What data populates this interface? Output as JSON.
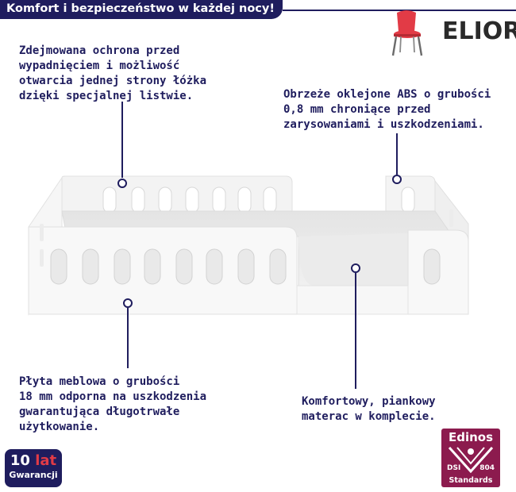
{
  "header": {
    "title": "Komfort i bezpieczeństwo w każdej nocy!"
  },
  "brand": {
    "name": "ELIOR"
  },
  "callouts": {
    "guard": "Zdejmowana ochrona przed\nwypadnięciem i możliwość\notwarcia jednej strony łóżka\ndzięki specjalnej listwie.",
    "edge": "Obrzeże oklejone ABS o grubości\n0,8 mm chroniące przed\nzarysowaniami i uszkodzeniami.",
    "board": "Płyta meblowa o grubości\n18 mm odporna na uszkodzenia\ngwarantująca długotrwałe\nużytkowanie.",
    "mattress": "Komfortowy, piankowy\nmaterac w komplecie."
  },
  "warranty": {
    "number": "10",
    "unit": "lat",
    "label": "Gwarancji"
  },
  "certificate": {
    "brand": "Edinos",
    "left": "DSI",
    "right": "804",
    "label": "Standards"
  },
  "colors": {
    "navy": "#1f1d5e",
    "red": "#e23b46",
    "cert": "#8c1b4e"
  }
}
